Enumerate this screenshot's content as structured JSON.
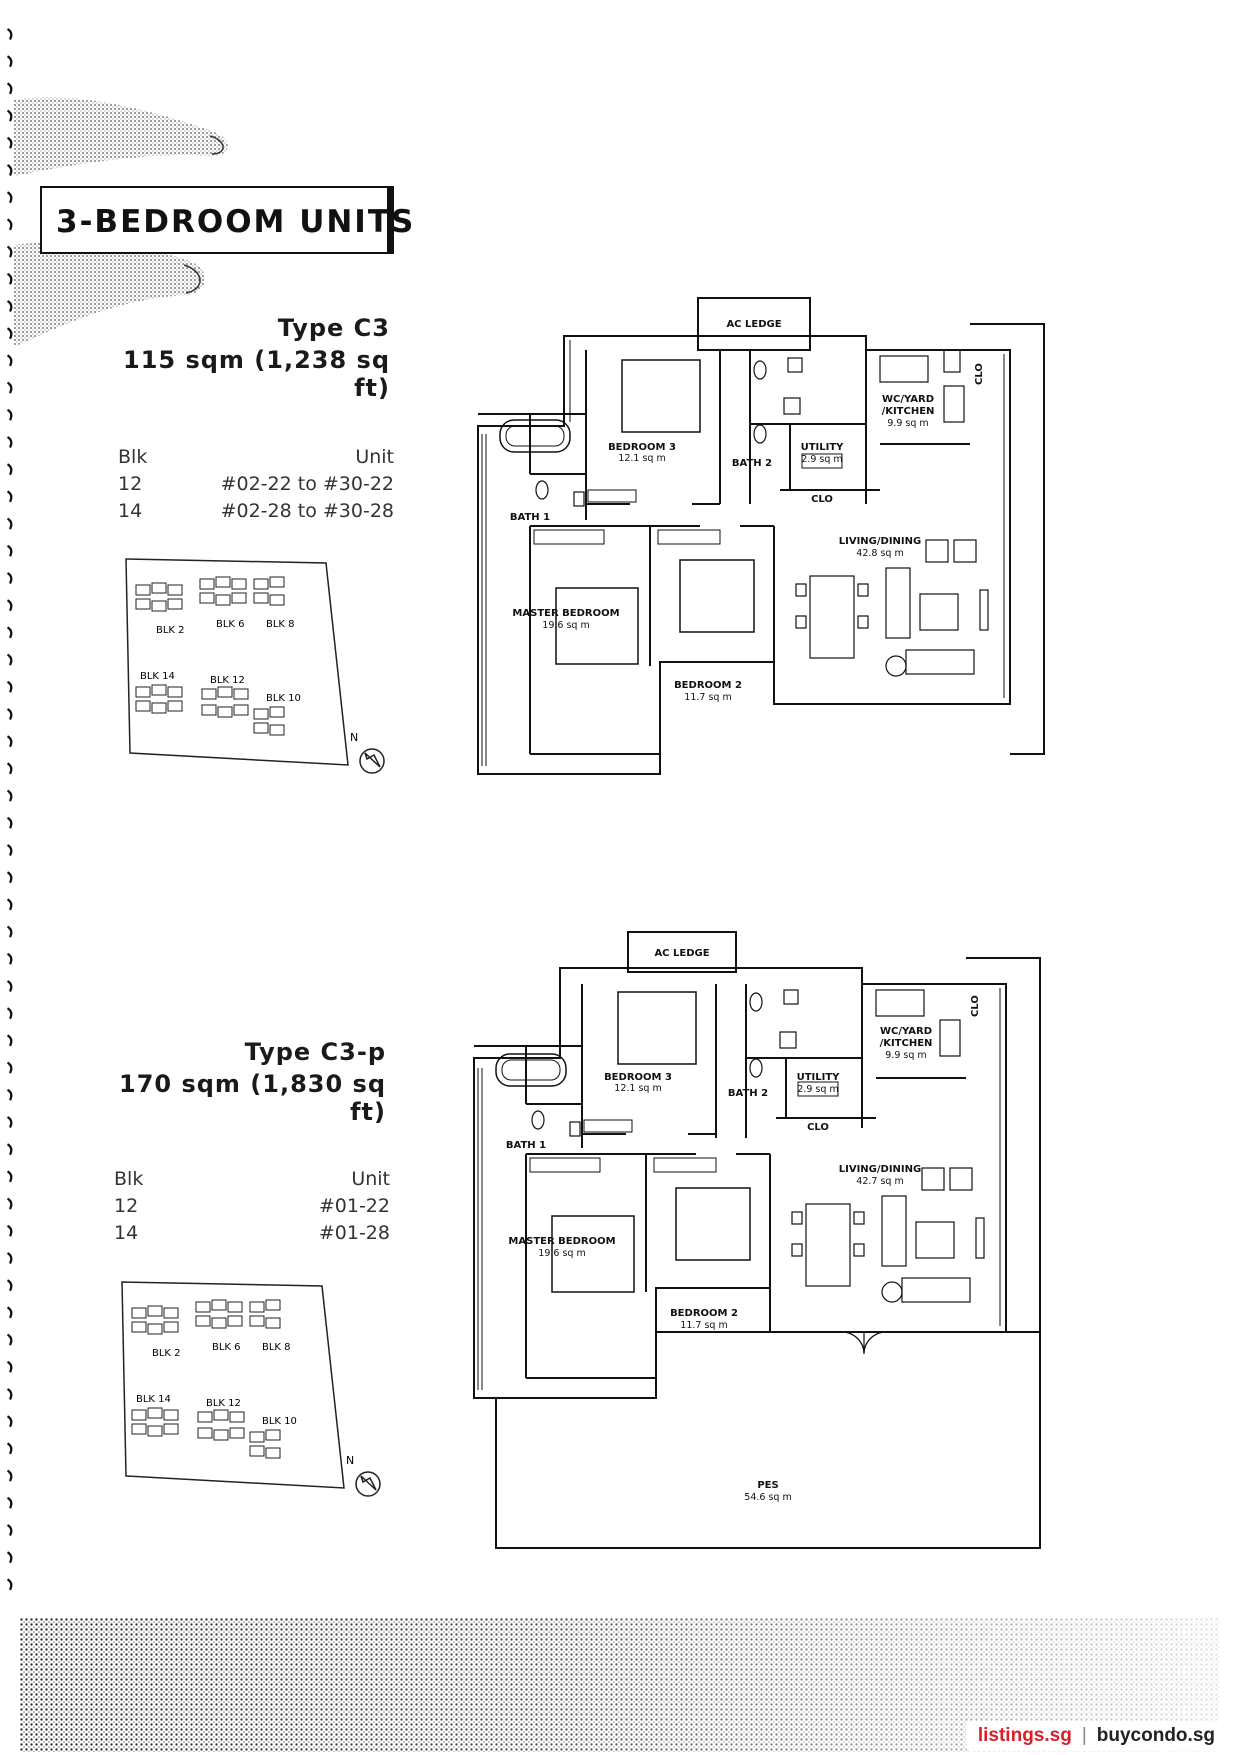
{
  "page": {
    "heading": "3-BEDROOM UNITS",
    "brand": {
      "part1": "listings.sg",
      "separator": "|",
      "part2": "buycondo.sg"
    }
  },
  "units": [
    {
      "type_name": "Type C3",
      "size": "115 sqm (1,238 sq ft)",
      "blk_header": "Blk",
      "unit_header": "Unit",
      "rows": [
        {
          "blk": "12",
          "unit": "#02-22 to #30-22"
        },
        {
          "blk": "14",
          "unit": "#02-28 to #30-28"
        }
      ],
      "plan": {
        "ac_ledge": "AC LEDGE",
        "clo_top": "CLO",
        "wc_yard_l1": "WC/YARD",
        "wc_yard_l2": "/KITCHEN",
        "wc_yard_area": "9.9 sq m",
        "bedroom3": "BEDROOM 3",
        "bedroom3_area": "12.1 sq m",
        "bath2": "BATH 2",
        "utility": "UTILITY",
        "utility_area": "2.9 sq m",
        "clo_mid": "CLO",
        "bath1": "BATH 1",
        "living": "LIVING/DINING",
        "living_area": "42.8 sq m",
        "master": "MASTER BEDROOM",
        "master_area": "19.6 sq m",
        "bedroom2": "BEDROOM 2",
        "bedroom2_area": "11.7 sq m"
      }
    },
    {
      "type_name": "Type C3-p",
      "size": "170 sqm (1,830 sq ft)",
      "blk_header": "Blk",
      "unit_header": "Unit",
      "rows": [
        {
          "blk": "12",
          "unit": "#01-22"
        },
        {
          "blk": "14",
          "unit": "#01-28"
        }
      ],
      "plan": {
        "ac_ledge": "AC LEDGE",
        "clo_top": "CLO",
        "wc_yard_l1": "WC/YARD",
        "wc_yard_l2": "/KITCHEN",
        "wc_yard_area": "9.9 sq m",
        "bedroom3": "BEDROOM 3",
        "bedroom3_area": "12.1 sq m",
        "bath2": "BATH 2",
        "utility": "UTILITY",
        "utility_area": "2.9 sq m",
        "clo_mid": "CLO",
        "bath1": "BATH 1",
        "living": "LIVING/DINING",
        "living_area": "42.7 sq m",
        "master": "MASTER BEDROOM",
        "master_area": "19.6 sq m",
        "bedroom2": "BEDROOM 2",
        "bedroom2_area": "11.7 sq m",
        "pes": "PES",
        "pes_area": "54.6 sq m"
      }
    }
  ],
  "site_map": {
    "blk2": "BLK 2",
    "blk6": "BLK 6",
    "blk8": "BLK 8",
    "blk14": "BLK 14",
    "blk12": "BLK 12",
    "blk10": "BLK 10",
    "north": "N"
  }
}
